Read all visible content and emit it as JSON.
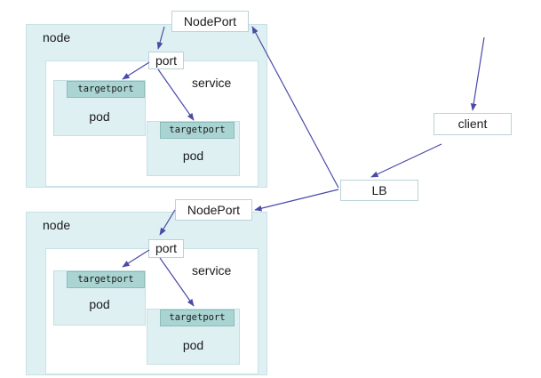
{
  "diagram": {
    "top": {
      "node_label": "node",
      "nodeport_label": "NodePort",
      "port_label": "port",
      "service_label": "service",
      "pods": [
        {
          "targetport_label": "targetport",
          "pod_label": "pod"
        },
        {
          "targetport_label": "targetport",
          "pod_label": "pod"
        }
      ]
    },
    "bottom": {
      "node_label": "node",
      "nodeport_label": "NodePort",
      "port_label": "port",
      "service_label": "service",
      "pods": [
        {
          "targetport_label": "targetport",
          "pod_label": "pod"
        },
        {
          "targetport_label": "targetport",
          "pod_label": "pod"
        }
      ]
    },
    "client_label": "client",
    "lb_label": "LB"
  },
  "colors": {
    "node_fill": "#dff0f3",
    "targetport_fill": "#a9d4d2",
    "arrow": "#4a4aa8"
  }
}
